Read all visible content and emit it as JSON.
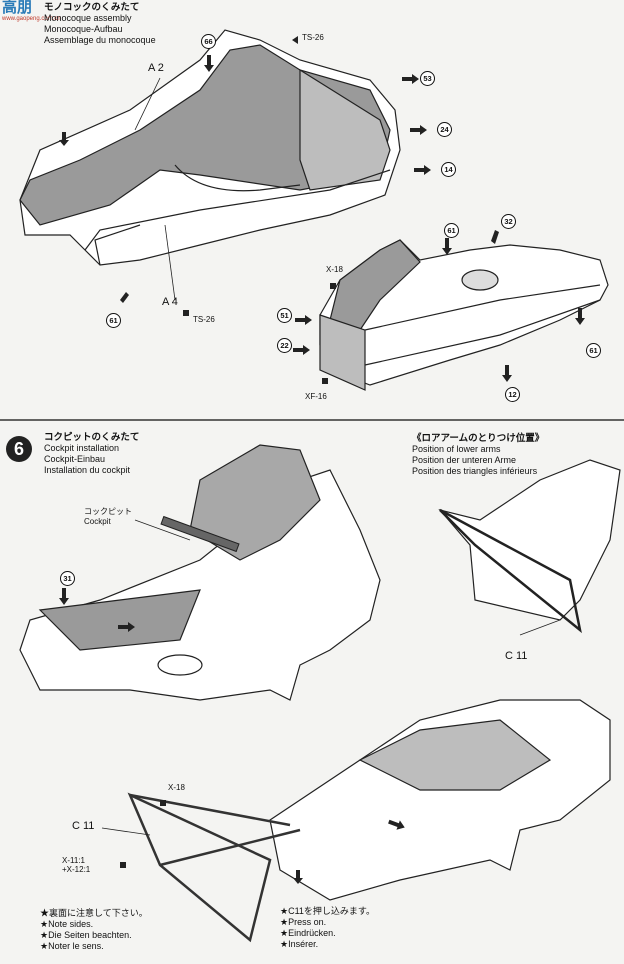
{
  "watermark": {
    "top": "高朋",
    "sub": "www.gaopeng.com.cn"
  },
  "step5": {
    "title_lines": [
      "モノコックのくみたて",
      "Monocoque assembly",
      "Monocoque-Aufbau",
      "Assemblage du monocoque"
    ],
    "parts": [
      "66",
      "53",
      "24",
      "14",
      "61",
      "32",
      "61",
      "51",
      "22",
      "12",
      "61"
    ],
    "labels": {
      "a2": "A 2",
      "a4": "A 4",
      "ts26_top": "TS-26",
      "ts26_bottom": "TS-26",
      "x18": "X-18",
      "xf16": "XF-16"
    }
  },
  "step6": {
    "number": "6",
    "title_lines": [
      "コクピットのくみたて",
      "Cockpit installation",
      "Cockpit-Einbau",
      "Installation du cockpit"
    ],
    "cockpit_label": [
      "コックピット",
      "Cockpit"
    ],
    "part31": "31",
    "lower_arms_lines": [
      "《ロアアームのとりつけ位置》",
      "Position of lower arms",
      "Position der unteren Arme",
      "Position des triangles inférieurs"
    ],
    "c11_right": "C 11",
    "c11_left": "C 11",
    "x18": "X-18",
    "mix": [
      "X-11:1",
      "+X-12:1"
    ],
    "note_left": [
      "★裏面に注意して下さい。",
      "★Note sides.",
      "★Die Seiten beachten.",
      "★Noter le sens."
    ],
    "note_right": [
      "★C11を押し込みます。",
      "★Press on.",
      "★Eindrücken.",
      "★Insérer."
    ]
  }
}
